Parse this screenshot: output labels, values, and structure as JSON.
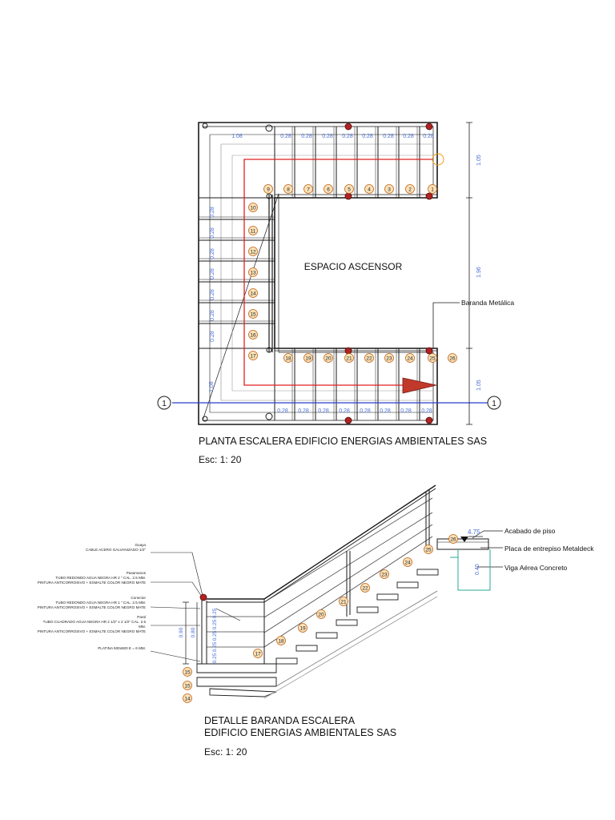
{
  "plan": {
    "center_label": "ESPACIO ASCENSOR",
    "railing_label": "Baranda Metálica",
    "grid_marker": "1",
    "top_dims": [
      "1.08",
      "0.28",
      "0.28",
      "0.28",
      "0.28",
      "0.28",
      "0.28",
      "0.28",
      "0.28"
    ],
    "bottom_dims": [
      "1.08",
      "0.28",
      "0.28",
      "0.28",
      "0.28",
      "0.28",
      "0.28",
      "0.28",
      "0.28"
    ],
    "left_dims": [
      "0.28",
      "0.28",
      "0.28",
      "0.28",
      "0.28",
      "0.28",
      "0.28"
    ],
    "right_dims": [
      "1.05",
      "1.96",
      "1.05"
    ],
    "top_steps": [
      "1",
      "2",
      "3",
      "4",
      "5",
      "6",
      "7",
      "8",
      "9"
    ],
    "left_steps": [
      "10",
      "11",
      "12",
      "13",
      "14",
      "15",
      "16",
      "17"
    ],
    "bottom_steps": [
      "18",
      "19",
      "20",
      "21",
      "22",
      "23",
      "24",
      "25",
      "26"
    ],
    "title": "PLANTA ESCALERA EDIFICIO ENERGIAS AMBIENTALES SAS",
    "scale": "Esc: 1: 20"
  },
  "detail": {
    "level": "4.75",
    "labels": {
      "floor_finish": "Acabado de piso",
      "deck": "Placa de entrepiso Metaldeck",
      "beam": "Viga Aérea Concreto"
    },
    "spec_notes": [
      {
        "title": "Guaya",
        "lines": [
          "CABLE ACERO GALVANIZADO 1/2\""
        ]
      },
      {
        "title": "Pasamanos",
        "lines": [
          "TUBO REDONDO AGUA NEGRA HR 2 \"  CAL. 2.5 MM.",
          "PINTURA ANTICORROSIVO + ESMALTE COLOR NEGRO MATE"
        ]
      },
      {
        "title": "Conector",
        "lines": [
          "TUBO REDONDO AGUA NEGRA HR 1 \"  CAL. 2.5 MM.",
          "PINTURA ANTICORROSIVO + ESMALTE COLOR NEGRO MATE"
        ]
      },
      {
        "title": "Paral",
        "lines": [
          "TUBO CUADRADO AGUA NEGRA HR 2 1/2\" x 2 1/2\"  CAL. 2.5",
          "MM.",
          "PINTURA ANTICORROSIVO + ESMALTE COLOR NEGRO MATE"
        ]
      },
      {
        "title": "",
        "lines": [
          "PLATINA 500x500 E = 6 MM."
        ]
      }
    ],
    "side_dims": [
      "0.25",
      "0.25",
      "0.25",
      "0.25",
      "0.25"
    ],
    "dim_left_a": "0.90",
    "dim_left_b": "0.80",
    "beam_dim": "0.40",
    "step_numbers": [
      "14",
      "15",
      "15",
      "17",
      "18",
      "19",
      "20",
      "21",
      "22",
      "23",
      "24",
      "25",
      "26"
    ],
    "title_line1": "DETALLE BARANDA ESCALERA",
    "title_line2": "EDIFICIO ENERGIAS AMBIENTALES SAS",
    "scale": "Esc: 1: 20"
  },
  "colors": {
    "line": "#1a1a1a",
    "dim_blue": "#4a6fd6",
    "path_red": "#e02020",
    "bubble_fill": "#fbe2b8",
    "bubble_stroke": "#c0641a",
    "column_red": "#b22222",
    "beam_cyan": "#2aa79a",
    "arrow_red": "#c0392b"
  }
}
